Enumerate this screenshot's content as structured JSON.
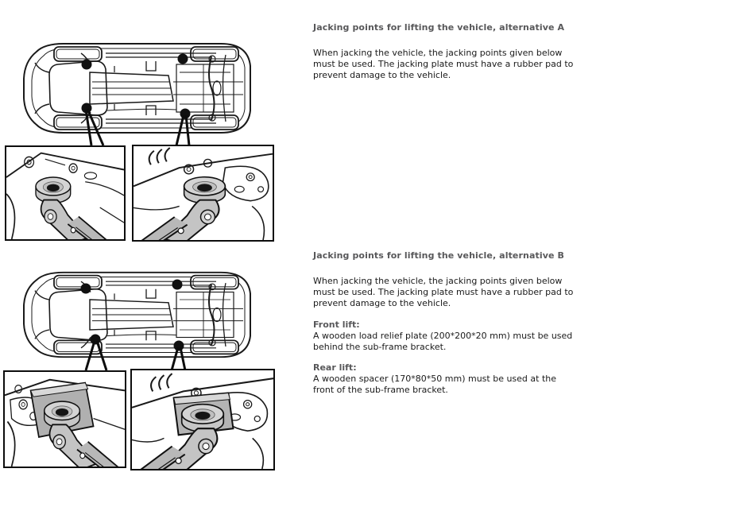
{
  "colors": {
    "page_bg": "#ffffff",
    "heading_text": "#58585a",
    "body_text": "#1a1a1a",
    "line_art": "#1a1a1a",
    "pad_gray": "#d4d4d4",
    "plate_gray": "#b0b0b0"
  },
  "section_a": {
    "heading": "Jacking points for lifting the vehicle, alternative A",
    "body_lines": [
      "When jacking the vehicle, the jacking points given below",
      "must be used. The jacking plate must have a rubber pad to",
      "prevent damage to the vehicle."
    ]
  },
  "section_b": {
    "heading": "Jacking points for lifting the vehicle, alternative B",
    "body_lines": [
      "When jacking the vehicle, the jacking points given below",
      "must be used. The jacking plate must have a rubber pad to",
      "prevent damage to the vehicle."
    ],
    "front_lift": {
      "label": "Front lift:",
      "lines": [
        "A wooden load relief plate (200*200*20 mm) must be used",
        "behind the sub-frame bracket."
      ]
    },
    "rear_lift": {
      "label": "Rear lift:",
      "lines": [
        "A wooden spacer (170*80*50 mm) must be used at the",
        "front of the sub-frame bracket."
      ]
    }
  }
}
